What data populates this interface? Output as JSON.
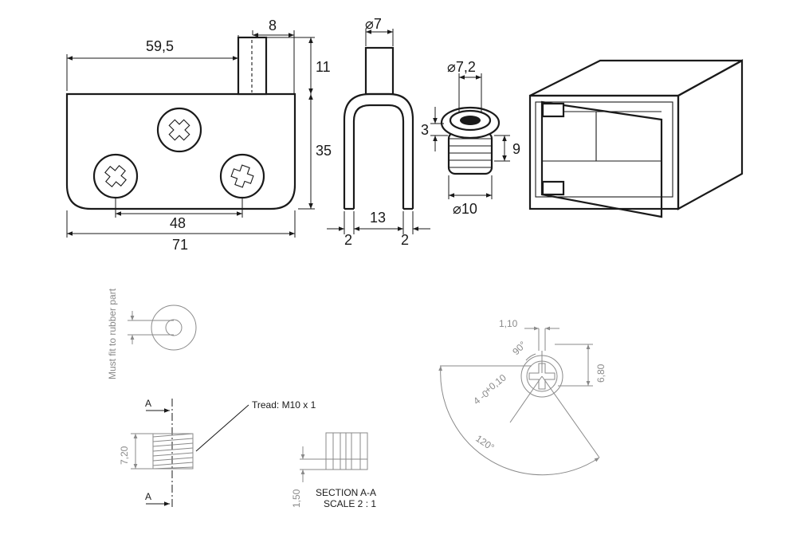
{
  "top_dims": {
    "plate_width": "59,5",
    "pin_width": "8",
    "pin_height": "11",
    "plate_height": "35",
    "hole_spacing": "48",
    "overall_width": "71",
    "pin_diameter": "⌀7",
    "fork_inner": "13",
    "fork_wall_left": "2",
    "fork_wall_right": "2",
    "bushing_bore": "⌀7,2",
    "bushing_head": "3",
    "bushing_length": "9",
    "bushing_outer": "⌀10"
  },
  "bottom_dims": {
    "fit_note": "Must fit to rubber part",
    "section_marker_top": "A",
    "section_marker_bottom": "A",
    "thread_note": "Tread: M10 x 1",
    "thread_diameter": "7,20",
    "section_depth": "1,50",
    "section_title": "SECTION A-A",
    "section_scale": "SCALE 2 : 1",
    "slot_width": "1,10",
    "slot_angle": "90°",
    "slot_tolerance_upper": "+0,10",
    "slot_tolerance_lower": "4 -0",
    "slot_height": "6,80",
    "sweep_angle": "120°"
  },
  "colors": {
    "line": "#1a1a1a",
    "gray_line": "#8a8a8a",
    "background": "#ffffff"
  }
}
